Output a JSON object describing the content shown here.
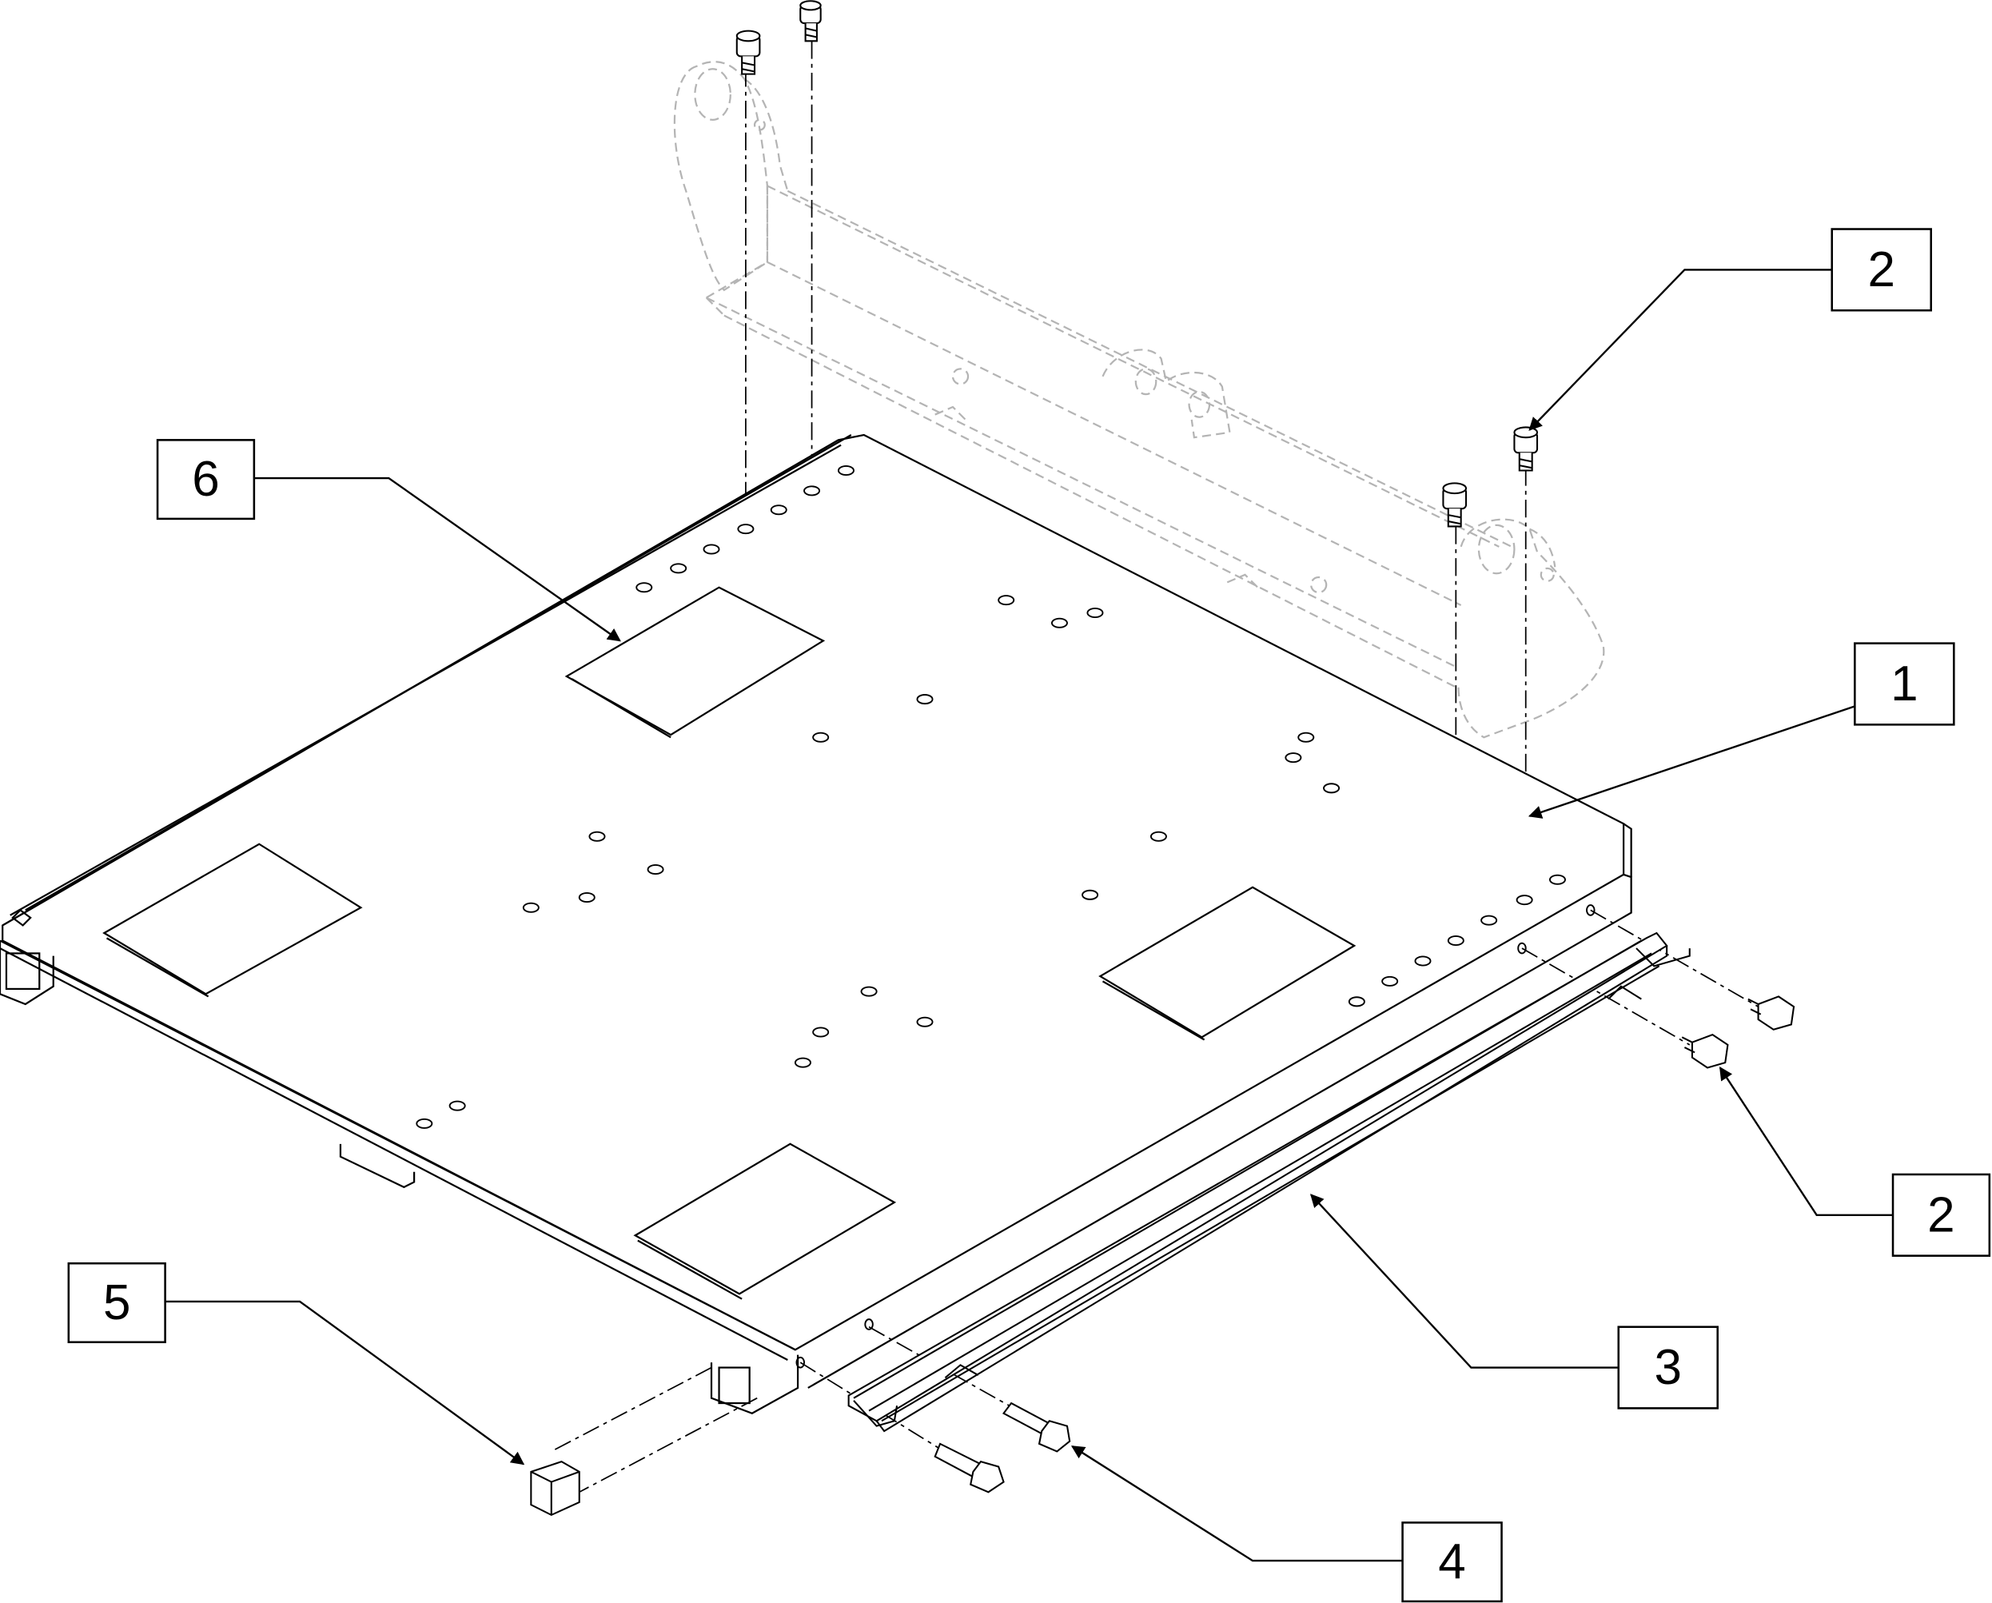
{
  "callouts": [
    {
      "id": "c6",
      "label": "6"
    },
    {
      "id": "c2a",
      "label": "2"
    },
    {
      "id": "c1",
      "label": "1"
    },
    {
      "id": "c2b",
      "label": "2"
    },
    {
      "id": "c3",
      "label": "3"
    },
    {
      "id": "c5",
      "label": "5"
    },
    {
      "id": "c4",
      "label": "4"
    }
  ]
}
